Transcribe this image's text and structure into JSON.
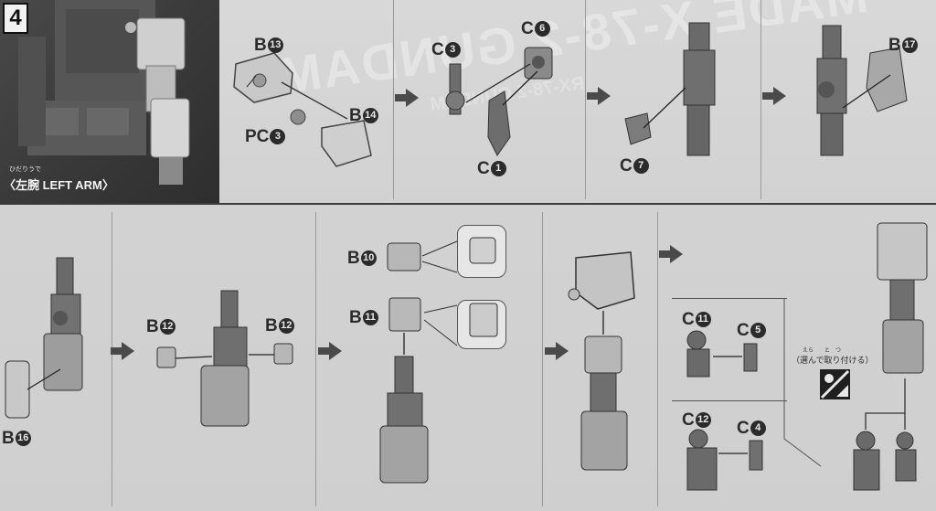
{
  "step": {
    "number": "4"
  },
  "section": {
    "label": "〈左腕 LEFT ARM〉",
    "ruby": "ひだりうで"
  },
  "watermark": {
    "big": "MADE X-78-2 GUNDAM",
    "small": "RX-78-2 GUNDAM"
  },
  "parts": {
    "b13": {
      "letter": "B",
      "num": "13"
    },
    "b14": {
      "letter": "B",
      "num": "14"
    },
    "pc3": {
      "letter": "PC",
      "num": "3"
    },
    "c3": {
      "letter": "C",
      "num": "3"
    },
    "c6": {
      "letter": "C",
      "num": "6"
    },
    "c1": {
      "letter": "C",
      "num": "1"
    },
    "c7": {
      "letter": "C",
      "num": "7"
    },
    "b17": {
      "letter": "B",
      "num": "17"
    },
    "b16": {
      "letter": "B",
      "num": "16"
    },
    "b12a": {
      "letter": "B",
      "num": "12"
    },
    "b12b": {
      "letter": "B",
      "num": "12"
    },
    "b10": {
      "letter": "B",
      "num": "10"
    },
    "b11": {
      "letter": "B",
      "num": "11"
    },
    "c11": {
      "letter": "C",
      "num": "11"
    },
    "c5": {
      "letter": "C",
      "num": "5"
    },
    "c12": {
      "letter": "C",
      "num": "12"
    },
    "c4": {
      "letter": "C",
      "num": "4"
    }
  },
  "choose_note": {
    "text": "（選んで取り付ける）",
    "ruby": "えら　　と　つ"
  },
  "icons": {
    "choice": "either-or-icon",
    "arrow": "step-arrow-icon"
  },
  "colors": {
    "part_gray": "#9c9c9c",
    "part_dark": "#555555",
    "ink": "#2c2c2c",
    "paper": "#d4d4d4"
  }
}
